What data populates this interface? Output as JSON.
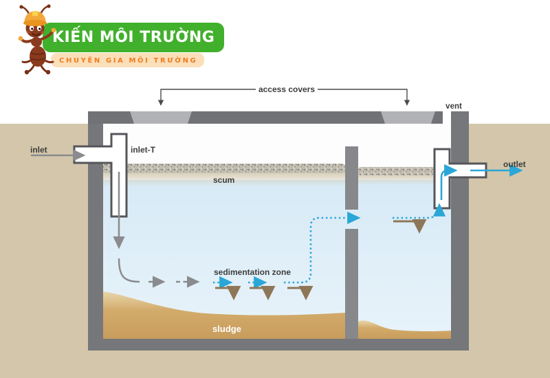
{
  "logo": {
    "brand": "KIẾN MÔI TRƯỜNG",
    "tagline": "CHUYÊN GIA MÔI TRƯỜNG",
    "mascot": "ant-with-hard-hat",
    "colors": {
      "brand_bg": "#41b02c",
      "brand_text": "#ffffff",
      "tagline_bg": "#fbdfba",
      "tagline_text": "#ee7d1d"
    }
  },
  "diagram": {
    "labels": {
      "access_covers": "access covers",
      "inlet": "inlet",
      "inlet_t": "inlet-T",
      "scum": "scum",
      "sedimentation_zone": "sedimentation zone",
      "sludge": "sludge",
      "vent": "vent",
      "outlet": "outlet"
    },
    "colors": {
      "soil": "#d3c6ab",
      "tank_wall": "#76777a",
      "top_slab": "#717275",
      "access_cover": "#b1b2b5",
      "water": "#ddeef7",
      "scum": "#c9c5b8",
      "sludge": "#cda25f",
      "pipe_outline": "#55565a",
      "flow_gray": "#8a8b8e",
      "flow_blue": "#2aa7d7",
      "flow_brown": "#8d7758"
    }
  }
}
